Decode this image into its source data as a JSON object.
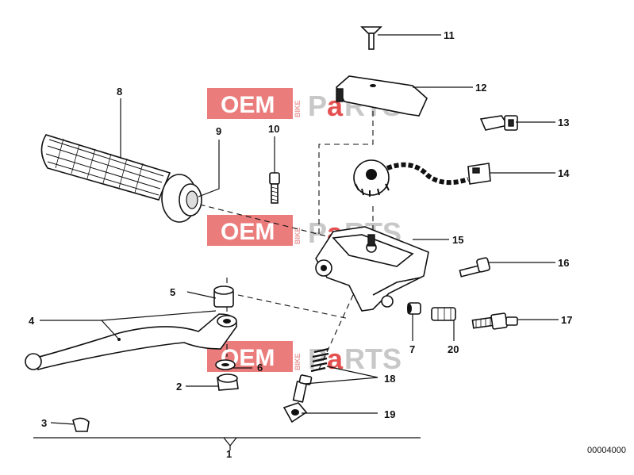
{
  "diagram": {
    "reference_code": "00004000",
    "callouts": [
      "1",
      "2",
      "3",
      "4",
      "5",
      "6",
      "7",
      "8",
      "9",
      "10",
      "11",
      "12",
      "13",
      "14",
      "15",
      "16",
      "17",
      "18",
      "19",
      "20"
    ],
    "watermark": {
      "oem": "OEM",
      "bike": "BIKE",
      "parts_p": "P",
      "parts_a": "a",
      "parts_rts": "RTS"
    },
    "colors": {
      "watermark_red": "#e45050",
      "watermark_grey": "#c8c8c8",
      "ink": "#111111"
    }
  }
}
